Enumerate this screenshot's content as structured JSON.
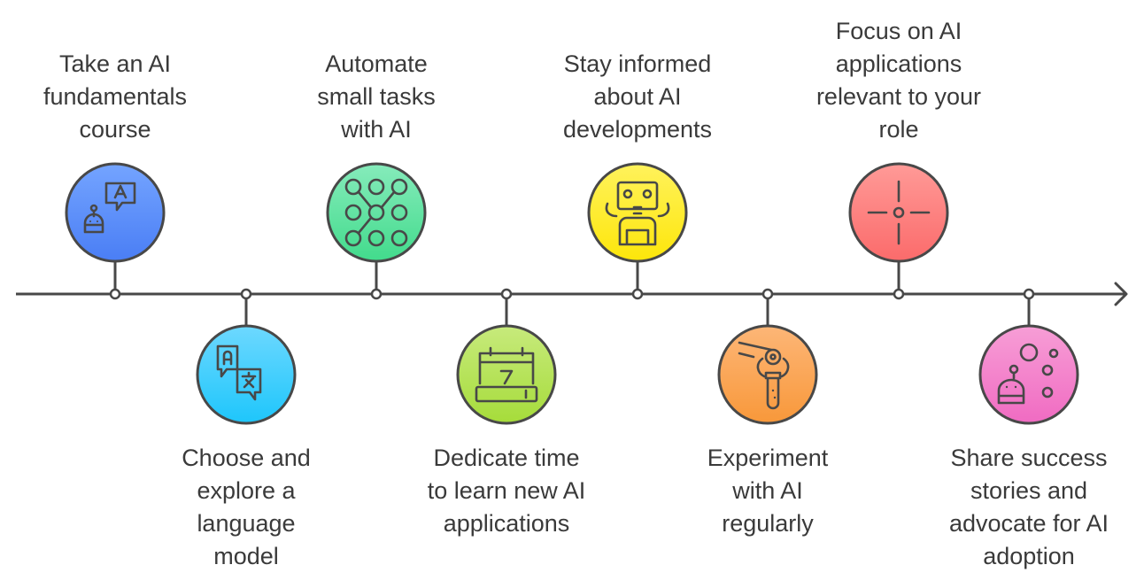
{
  "title": "AI adoption timeline",
  "steps": [
    {
      "lines": [
        "Take an AI",
        "fundamentals",
        "course"
      ],
      "icon": "robot-translate-icon",
      "color_top": "#74a4ff",
      "color_bottom": "#4a7ef5",
      "position": "top"
    },
    {
      "lines": [
        "Choose and",
        "explore a",
        "language",
        "model"
      ],
      "icon": "language-translate-icon",
      "color_top": "#6dd8ff",
      "color_bottom": "#1ec6fb",
      "position": "bottom"
    },
    {
      "lines": [
        "Automate",
        "small tasks",
        "with AI"
      ],
      "icon": "automation-grid-icon",
      "color_top": "#86ebbb",
      "color_bottom": "#42db8c",
      "position": "top"
    },
    {
      "lines": [
        "Dedicate time",
        "to learn new AI",
        "applications"
      ],
      "icon": "calendar-icon",
      "color_top": "#c7ea7c",
      "color_bottom": "#a6dc3a",
      "position": "bottom"
    },
    {
      "lines": [
        "Stay informed",
        "about AI",
        "developments"
      ],
      "icon": "robot-icon",
      "color_top": "#fff25c",
      "color_bottom": "#fde60a",
      "position": "top"
    },
    {
      "lines": [
        "Experiment",
        "with AI",
        "regularly"
      ],
      "icon": "robotic-arm-icon",
      "color_top": "#fdb677",
      "color_bottom": "#f8983a",
      "position": "bottom"
    },
    {
      "lines": [
        "Focus on AI",
        "applications",
        "relevant to your",
        "role"
      ],
      "icon": "target-crosshair-icon",
      "color_top": "#ff9a97",
      "color_bottom": "#fb6b6b",
      "position": "top"
    },
    {
      "lines": [
        "Share success",
        "stories and",
        "advocate for AI",
        "adoption"
      ],
      "icon": "robot-bubbles-icon",
      "color_top": "#f79ed6",
      "color_bottom": "#f06bc2",
      "position": "bottom"
    }
  ]
}
